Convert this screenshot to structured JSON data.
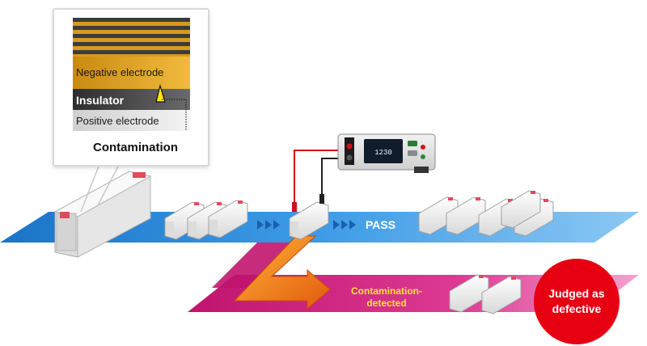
{
  "callout": {
    "negative_label": "Negative electrode",
    "insulator_label": "Insulator",
    "positive_label": "Positive electrode",
    "contamination_label": "Contamination"
  },
  "line": {
    "pass_label": "PASS",
    "detected_label_1": "Contamination-",
    "detected_label_2": "detected",
    "badge_line1": "Judged as",
    "badge_line2": "defective"
  },
  "tester": {
    "display_value": "1230"
  },
  "colors": {
    "pass_belt": "#2f8fdc",
    "reject_belt": "#d81b7a",
    "arrow": "#f07d1a",
    "badge": "#e60012",
    "lead_red": "#d0101a",
    "lead_black": "#222222"
  }
}
